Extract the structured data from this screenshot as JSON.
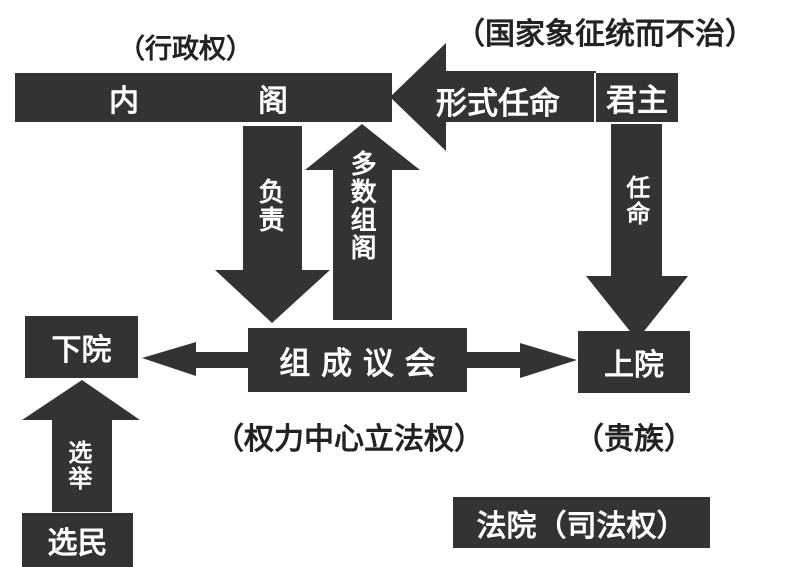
{
  "colors": {
    "fill": "#333333",
    "text_on_fill": "#ffffff",
    "label_text": "#222222",
    "background": "#ffffff"
  },
  "nodes": {
    "cabinet": {
      "char1": "内",
      "char2": "阁",
      "annotation": "（行政权）"
    },
    "monarch": {
      "label": "君主",
      "annotation": "（国家象征统而不治）"
    },
    "parliament": {
      "label": "组 成 议 会",
      "annotation": "（权力中心立法权）"
    },
    "lower_house": {
      "label": "下院"
    },
    "upper_house": {
      "label": "上院",
      "annotation": "（贵族）"
    },
    "voters": {
      "label": "选民"
    },
    "court": {
      "label": "法院（司法权）"
    }
  },
  "edges": {
    "formal_appointment": {
      "label": "形式任命",
      "from": "君主",
      "to": "内阁"
    },
    "responsible": {
      "label": "负责",
      "from": "内阁",
      "to": "议会"
    },
    "majority_forms_cabinet": {
      "label": "多数组阁",
      "from": "议会",
      "to": "内阁"
    },
    "appoint": {
      "label": "任命",
      "from": "君主",
      "to": "上院"
    },
    "to_lower_house": {
      "label": "",
      "from": "组成议会",
      "to": "下院"
    },
    "to_upper_house": {
      "label": "",
      "from": "组成议会",
      "to": "上院"
    },
    "election": {
      "label": "选举",
      "from": "选民",
      "to": "下院"
    }
  }
}
